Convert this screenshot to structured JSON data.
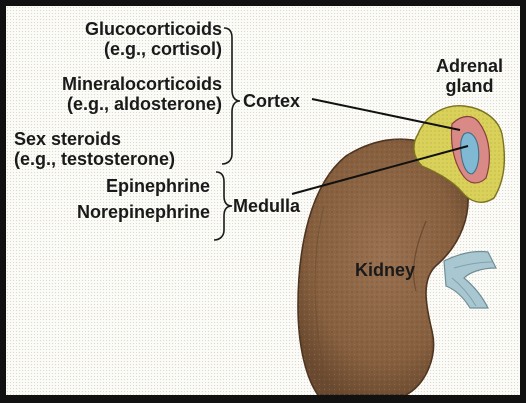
{
  "hormones": {
    "cortex_group": [
      {
        "name": "Glucocorticoids",
        "example": "(e.g., cortisol)"
      },
      {
        "name": "Mineralocorticoids",
        "example": "(e.g., aldosterone)"
      },
      {
        "name": "Sex steroids",
        "example": "(e.g., testosterone)"
      }
    ],
    "medulla_group": [
      "Epinephrine",
      "Norepinephrine"
    ]
  },
  "regions": {
    "cortex": "Cortex",
    "medulla": "Medulla"
  },
  "organs": {
    "adrenal_line1": "Adrenal",
    "adrenal_line2": "gland",
    "kidney": "Kidney"
  },
  "colors": {
    "kidney": "#8a6245",
    "kidney_dark": "#5e3f28",
    "adrenal_yellow": "#d9d15a",
    "cortex_pink": "#d98a86",
    "medulla_blue": "#7fb9d3",
    "ureter": "#a9c7d0"
  }
}
